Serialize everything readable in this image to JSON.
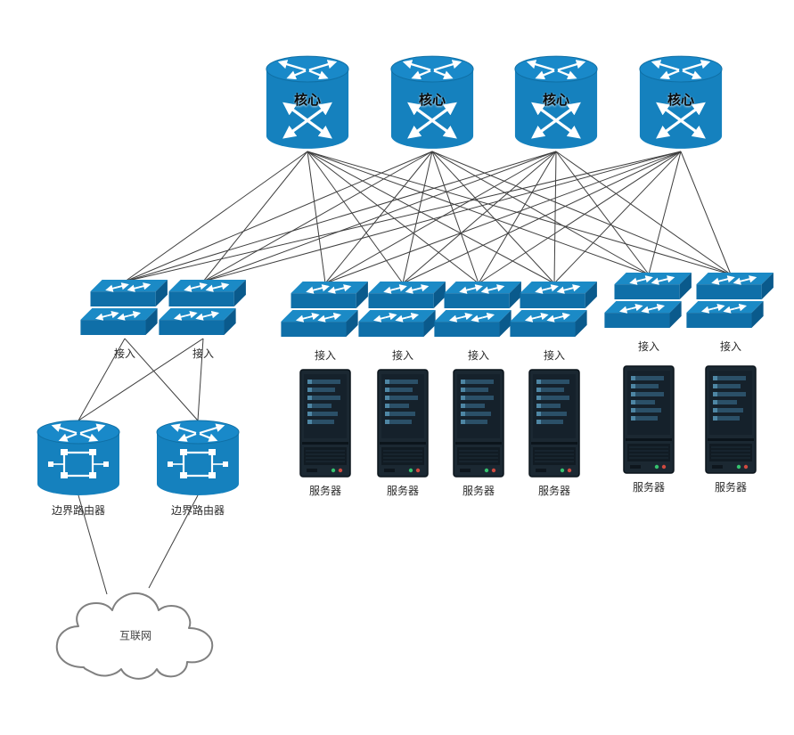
{
  "diagram_type": "network-topology",
  "colors": {
    "device_blue": "#1581be",
    "device_blue_light": "#1989c9",
    "switch_front": "#0f6fa8",
    "switch_side": "#0a5a8c",
    "server_body": "#1b2832",
    "server_bar": "#2b5068",
    "led_green": "#35c26e",
    "led_red": "#cf4a3f",
    "line": "#3f3f3f",
    "cloud_stroke": "#808080"
  },
  "nodes": {
    "cores": [
      {
        "id": "core-1",
        "label": "核心"
      },
      {
        "id": "core-2",
        "label": "核心"
      },
      {
        "id": "core-3",
        "label": "核心"
      },
      {
        "id": "core-4",
        "label": "核心"
      }
    ],
    "access": [
      {
        "id": "access-1",
        "label": "接入"
      },
      {
        "id": "access-2",
        "label": "接入"
      },
      {
        "id": "access-3",
        "label": "接入"
      },
      {
        "id": "access-4",
        "label": "接入"
      },
      {
        "id": "access-5",
        "label": "接入"
      },
      {
        "id": "access-6",
        "label": "接入"
      },
      {
        "id": "access-7",
        "label": "接入"
      },
      {
        "id": "access-8",
        "label": "接入"
      }
    ],
    "servers": [
      {
        "id": "server-1",
        "label": "服务器"
      },
      {
        "id": "server-2",
        "label": "服务器"
      },
      {
        "id": "server-3",
        "label": "服务器"
      },
      {
        "id": "server-4",
        "label": "服务器"
      },
      {
        "id": "server-5",
        "label": "服务器"
      },
      {
        "id": "server-6",
        "label": "服务器"
      }
    ],
    "borders": [
      {
        "id": "border-1",
        "label": "边界路由器"
      },
      {
        "id": "border-2",
        "label": "边界路由器"
      }
    ],
    "internet": {
      "id": "internet",
      "label": "互联网"
    }
  },
  "connections": [
    {
      "from": "core-1",
      "to": "access-1"
    },
    {
      "from": "core-1",
      "to": "access-2"
    },
    {
      "from": "core-1",
      "to": "access-3"
    },
    {
      "from": "core-1",
      "to": "access-4"
    },
    {
      "from": "core-1",
      "to": "access-5"
    },
    {
      "from": "core-1",
      "to": "access-6"
    },
    {
      "from": "core-1",
      "to": "access-7"
    },
    {
      "from": "core-1",
      "to": "access-8"
    },
    {
      "from": "core-2",
      "to": "access-1"
    },
    {
      "from": "core-2",
      "to": "access-2"
    },
    {
      "from": "core-2",
      "to": "access-3"
    },
    {
      "from": "core-2",
      "to": "access-4"
    },
    {
      "from": "core-2",
      "to": "access-5"
    },
    {
      "from": "core-2",
      "to": "access-6"
    },
    {
      "from": "core-2",
      "to": "access-7"
    },
    {
      "from": "core-2",
      "to": "access-8"
    },
    {
      "from": "core-3",
      "to": "access-1"
    },
    {
      "from": "core-3",
      "to": "access-2"
    },
    {
      "from": "core-3",
      "to": "access-3"
    },
    {
      "from": "core-3",
      "to": "access-4"
    },
    {
      "from": "core-3",
      "to": "access-5"
    },
    {
      "from": "core-3",
      "to": "access-6"
    },
    {
      "from": "core-3",
      "to": "access-7"
    },
    {
      "from": "core-3",
      "to": "access-8"
    },
    {
      "from": "core-4",
      "to": "access-1"
    },
    {
      "from": "core-4",
      "to": "access-2"
    },
    {
      "from": "core-4",
      "to": "access-3"
    },
    {
      "from": "core-4",
      "to": "access-4"
    },
    {
      "from": "core-4",
      "to": "access-5"
    },
    {
      "from": "core-4",
      "to": "access-6"
    },
    {
      "from": "core-4",
      "to": "access-7"
    },
    {
      "from": "core-4",
      "to": "access-8"
    },
    {
      "from": "access-1",
      "to": "border-1"
    },
    {
      "from": "access-1",
      "to": "border-2"
    },
    {
      "from": "access-2",
      "to": "border-1"
    },
    {
      "from": "access-2",
      "to": "border-2"
    },
    {
      "from": "border-1",
      "to": "internet"
    },
    {
      "from": "border-2",
      "to": "internet"
    }
  ]
}
